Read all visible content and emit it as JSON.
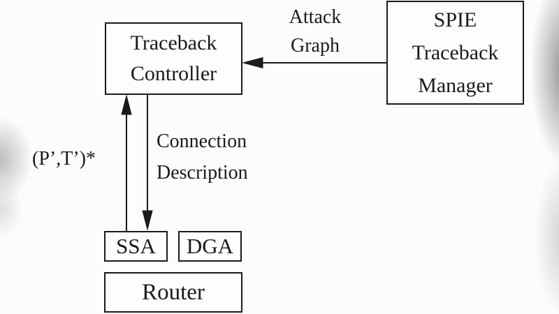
{
  "diagram": {
    "background_color": "#fcfcfc",
    "line_color": "#1a1a1a",
    "nodes": [
      {
        "id": "traceback-controller",
        "lines": [
          "Traceback",
          "Controller"
        ]
      },
      {
        "id": "spie-traceback-manager",
        "lines": [
          "SPIE",
          "Traceback",
          "Manager"
        ]
      },
      {
        "id": "ssa",
        "lines": [
          "SSA"
        ]
      },
      {
        "id": "dga",
        "lines": [
          "DGA"
        ]
      },
      {
        "id": "router",
        "lines": [
          "Router"
        ]
      }
    ],
    "edges": [
      {
        "id": "attack-graph",
        "from": "spie-traceback-manager",
        "to": "traceback-controller",
        "direction": "left",
        "label_lines": [
          "Attack",
          "Graph"
        ]
      },
      {
        "id": "pt-report",
        "from": "ssa",
        "to": "traceback-controller",
        "direction": "up",
        "label_lines": [
          "(P’,T’)*"
        ]
      },
      {
        "id": "connection-description",
        "from": "traceback-controller",
        "to": "ssa",
        "direction": "down",
        "label_lines": [
          "Connection",
          "Description"
        ]
      }
    ]
  }
}
